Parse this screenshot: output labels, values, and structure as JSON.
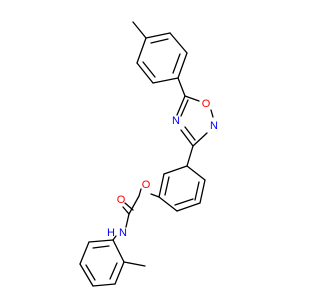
{
  "molecule": {
    "atoms": {
      "o_ring": {
        "symbol": "O",
        "color": "#ff0000"
      },
      "n_ring_right": {
        "symbol": "N",
        "color": "#0000ff"
      },
      "n_ring_left": {
        "symbol": "N",
        "color": "#0000ff"
      },
      "o_ether": {
        "symbol": "O",
        "color": "#ff0000"
      },
      "o_carbonyl": {
        "symbol": "O",
        "color": "#ff0000"
      },
      "n_amide": {
        "symbol": "N",
        "color": "#0000ff"
      },
      "h_amide": {
        "symbol": "H",
        "color": "#0000ff"
      }
    }
  }
}
